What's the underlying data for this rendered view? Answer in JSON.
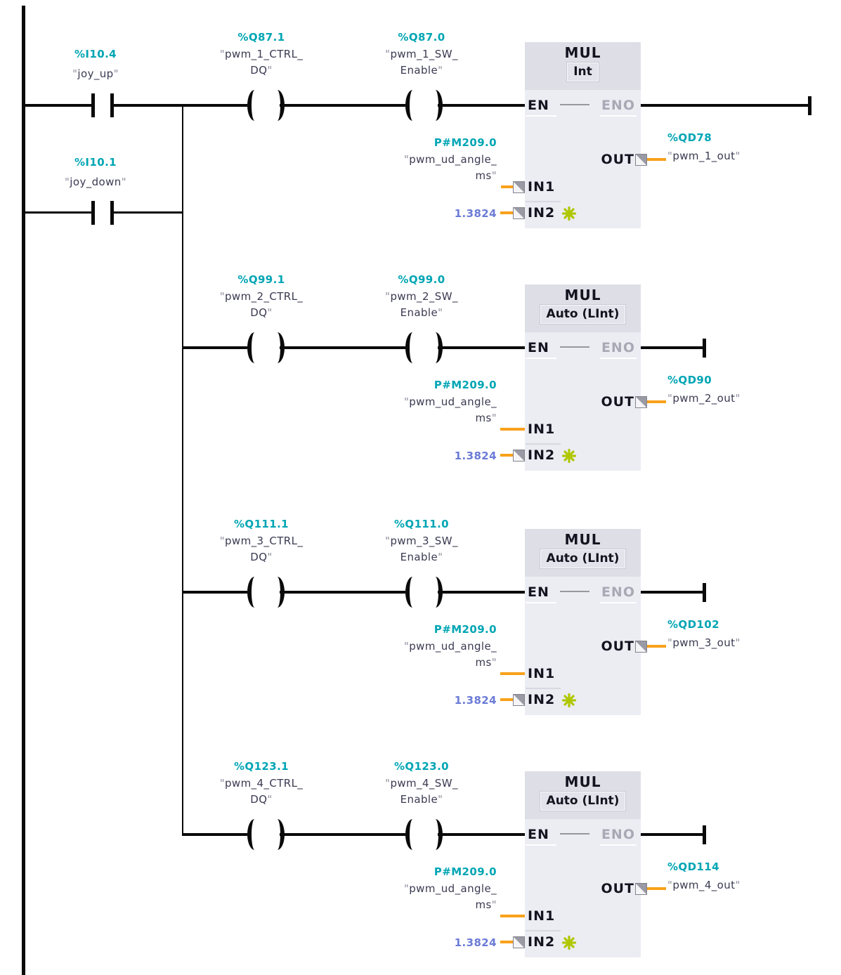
{
  "colors": {
    "address_teal": "#00A5B4",
    "operand_dark": "#3A3A52",
    "constant_blue": "#6B7BD6",
    "wire_orange": "#F9A11B",
    "modifier_green": "#AFC700",
    "block_header": "#DEDEE6",
    "block_body": "#ECECF3",
    "eno_gray": "#A9A9B5"
  },
  "icons": {
    "connector_box": "square-with-corner-triangle",
    "in2_modifier": "eight-spoked-asterisk"
  },
  "input_contacts": [
    {
      "address": "%I10.4",
      "name": "joy_up"
    },
    {
      "address": "%I10.1",
      "name": "joy_down"
    }
  ],
  "block_ports": {
    "en": "EN",
    "eno": "ENO",
    "in1": "IN1",
    "in2": "IN2",
    "out": "OUT"
  },
  "rungs": [
    {
      "ctrl_coil": {
        "address": "%Q87.1",
        "name_line1": "pwm_1_CTRL_",
        "name_line2": "DQ"
      },
      "sw_coil": {
        "address": "%Q87.0",
        "name_line1": "pwm_1_SW_",
        "name_line2": "Enable"
      },
      "mul": {
        "title": "MUL",
        "mode": "Int"
      },
      "in1_operand": {
        "address": "P#M209.0",
        "name_line1": "pwm_ud_angle_",
        "name_line2": "ms"
      },
      "in2_constant": "1.3824",
      "out_operand": {
        "address": "%QD78",
        "name": "pwm_1_out"
      }
    },
    {
      "ctrl_coil": {
        "address": "%Q99.1",
        "name_line1": "pwm_2_CTRL_",
        "name_line2": "DQ"
      },
      "sw_coil": {
        "address": "%Q99.0",
        "name_line1": "pwm_2_SW_",
        "name_line2": "Enable"
      },
      "mul": {
        "title": "MUL",
        "mode": "Auto (LInt)"
      },
      "in1_operand": {
        "address": "P#M209.0",
        "name_line1": "pwm_ud_angle_",
        "name_line2": "ms"
      },
      "in2_constant": "1.3824",
      "out_operand": {
        "address": "%QD90",
        "name": "pwm_2_out"
      }
    },
    {
      "ctrl_coil": {
        "address": "%Q111.1",
        "name_line1": "pwm_3_CTRL_",
        "name_line2": "DQ"
      },
      "sw_coil": {
        "address": "%Q111.0",
        "name_line1": "pwm_3_SW_",
        "name_line2": "Enable"
      },
      "mul": {
        "title": "MUL",
        "mode": "Auto (LInt)"
      },
      "in1_operand": {
        "address": "P#M209.0",
        "name_line1": "pwm_ud_angle_",
        "name_line2": "ms"
      },
      "in2_constant": "1.3824",
      "out_operand": {
        "address": "%QD102",
        "name": "pwm_3_out"
      }
    },
    {
      "ctrl_coil": {
        "address": "%Q123.1",
        "name_line1": "pwm_4_CTRL_",
        "name_line2": "DQ"
      },
      "sw_coil": {
        "address": "%Q123.0",
        "name_line1": "pwm_4_SW_",
        "name_line2": "Enable"
      },
      "mul": {
        "title": "MUL",
        "mode": "Auto (LInt)"
      },
      "in1_operand": {
        "address": "P#M209.0",
        "name_line1": "pwm_ud_angle_",
        "name_line2": "ms"
      },
      "in2_constant": "1.3824",
      "out_operand": {
        "address": "%QD114",
        "name": "pwm_4_out"
      }
    }
  ]
}
